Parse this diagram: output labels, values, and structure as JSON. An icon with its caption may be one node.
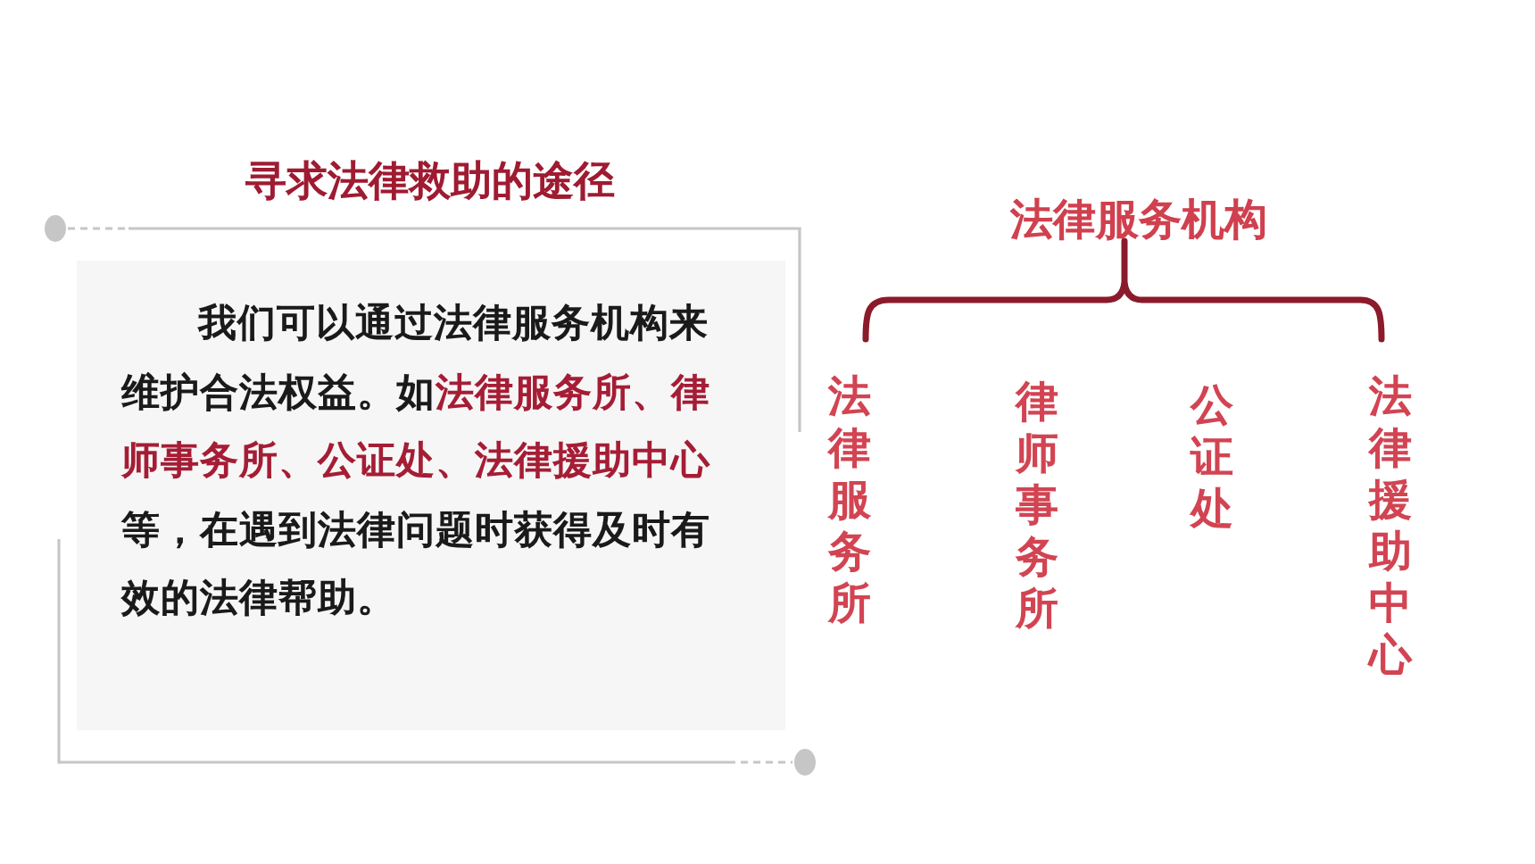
{
  "diagram": {
    "title": "寻求法律救助的途径",
    "nodes": [
      {
        "text": [
          "我们可以通过法律服务机构来维护合法权益。如**法律服务所、律师事务所、公证处、法律援助中心**等，在遇到法律问题时获得及时有效的法律帮助。"
        ]
      }
    ],
    "labels": [
      "法律服务机构",
      "法律服务所",
      "律师事务所",
      "公证处",
      "法律援助中心"
    ]
  }
}
